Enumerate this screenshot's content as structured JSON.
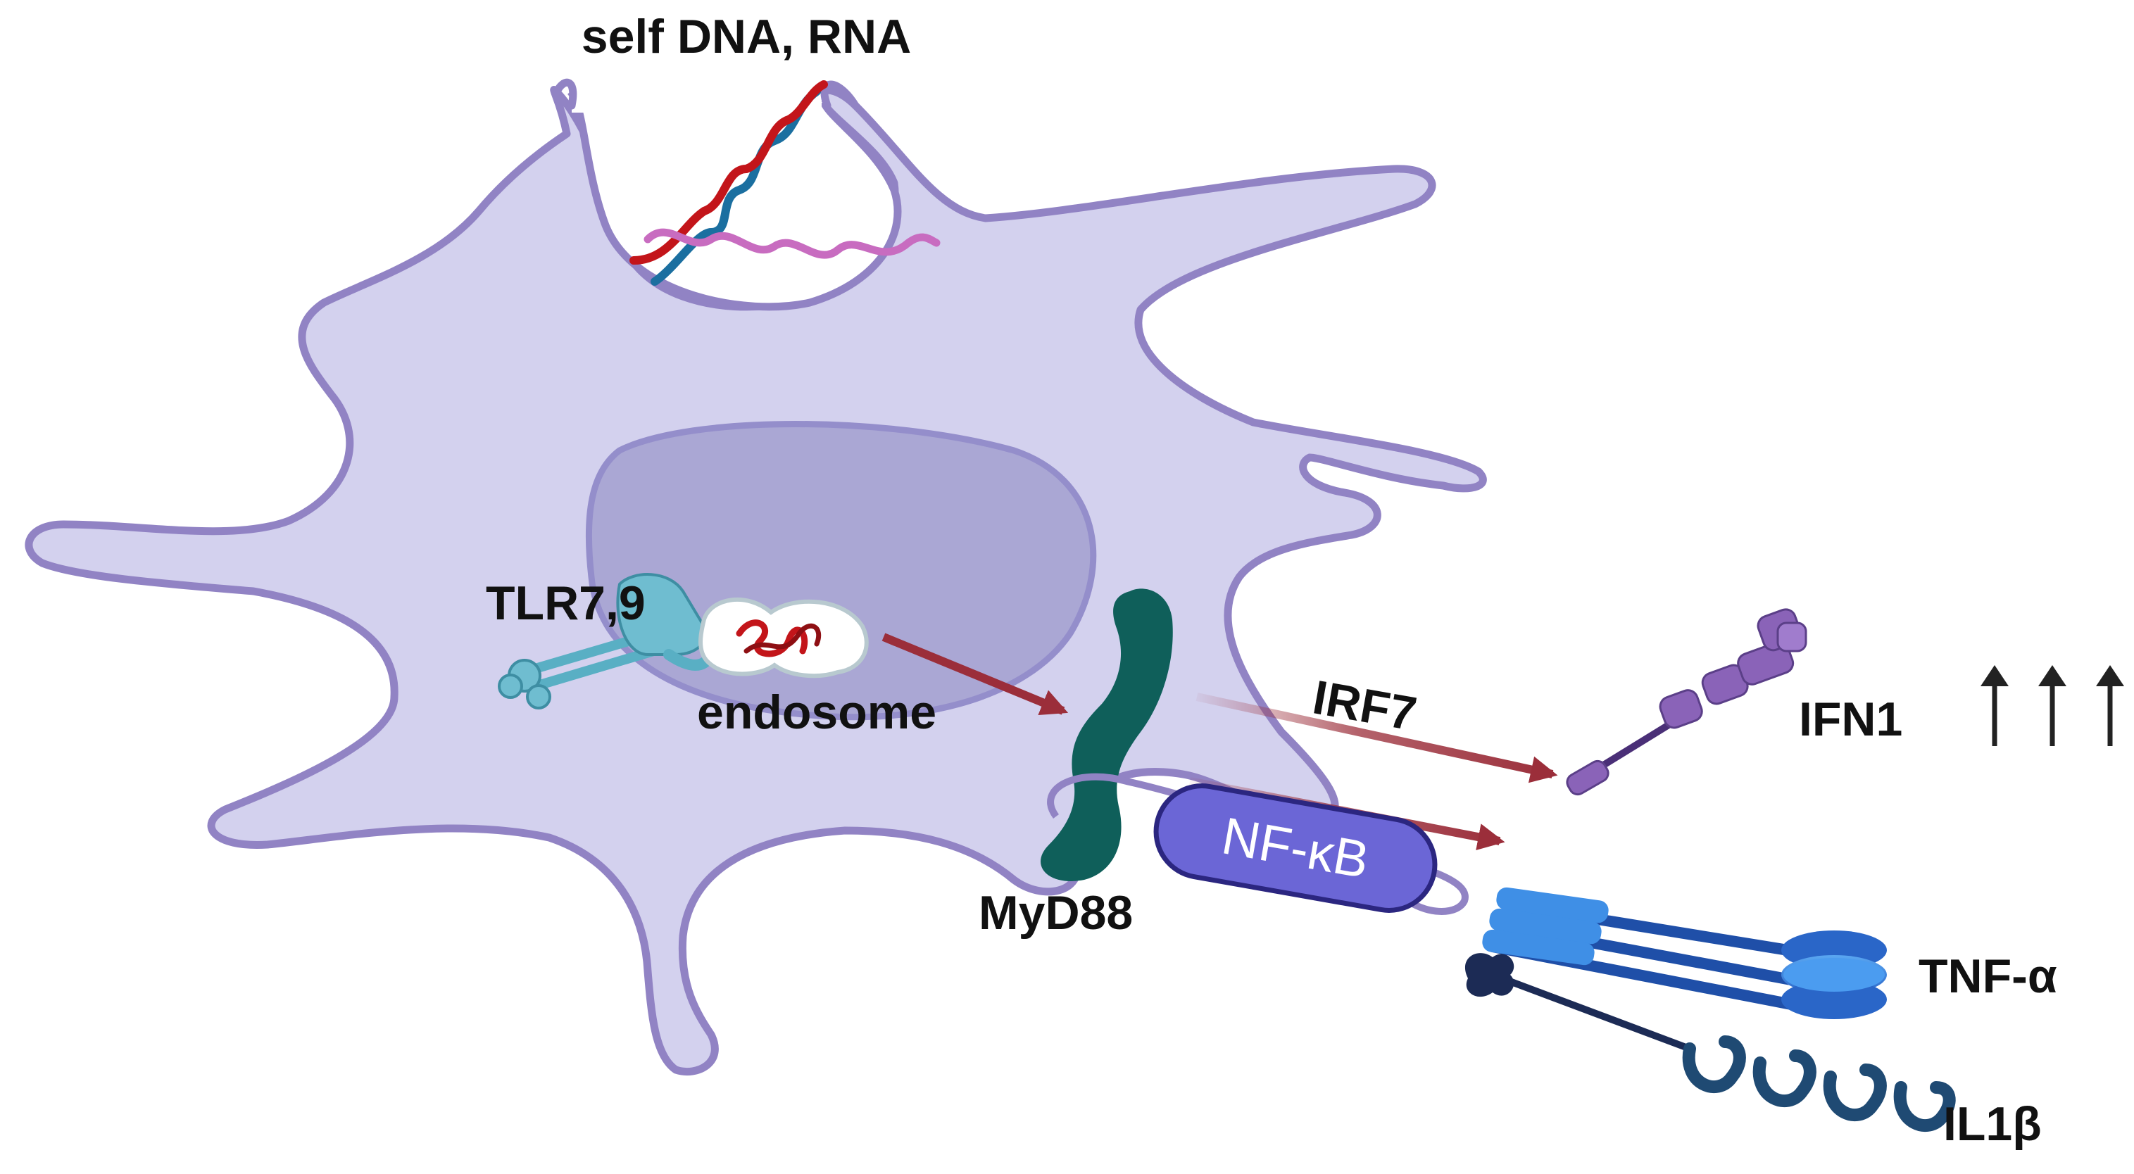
{
  "labels": {
    "dna_rna": "self DNA, RNA",
    "tlr": "TLR7,9",
    "endosome": "endosome",
    "myd88": "MyD88",
    "irf7": "IRF7",
    "nfkb": "NF-κB",
    "ifn1": "IFN1",
    "tnf": "TNF-α",
    "il1b": "IL1β"
  },
  "colors": {
    "cell_fill": "#d3d1ee",
    "cell_outline": "#9183c4",
    "nucleus_fill": "#aaa7d4",
    "nucleus_outline": "#948ecb",
    "tlr": "#59afc4",
    "myd88": "#0f5f5a",
    "arrow": "#9b2e3a",
    "nfkb_fill": "#6b66d6",
    "nfkb_outline": "#2b2680",
    "ifn": "#8a63b8",
    "tnf_light": "#3f8fe6",
    "tnf_dark": "#1f4fa8",
    "il1b": "#1f4a73",
    "dna_red": "#c3151a",
    "dna_blue": "#1b6fa0",
    "rna": "#c86cc0",
    "up_arrows": "#222222"
  },
  "icons": {
    "up_arrow_count": 3
  }
}
